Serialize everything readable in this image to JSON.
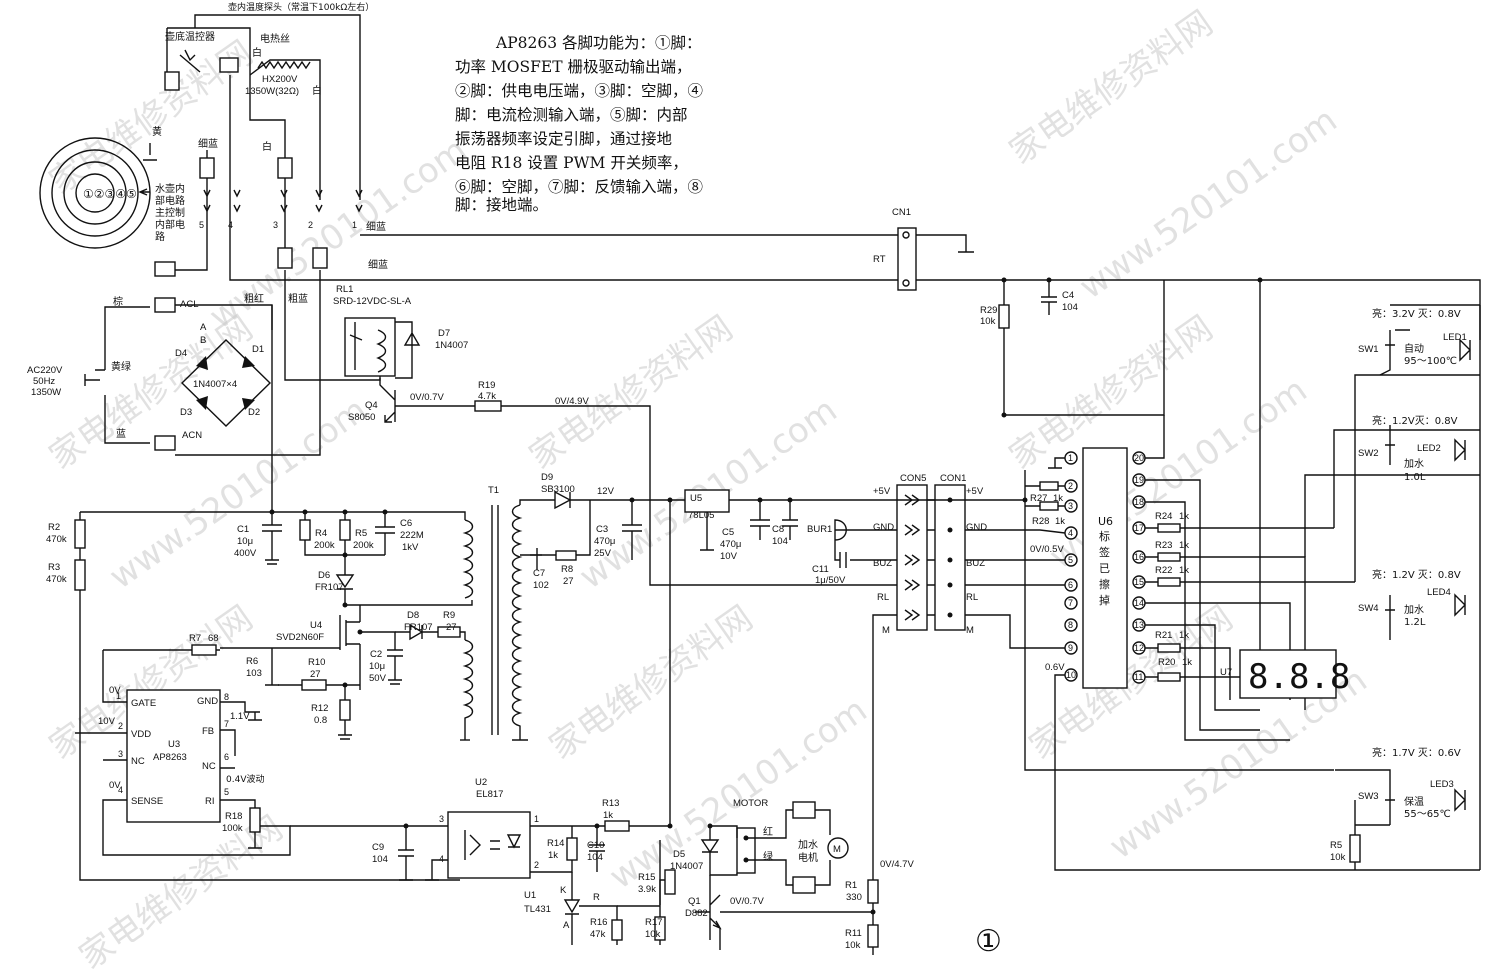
{
  "note": {
    "lines": [
      "AP8263 各脚功能为：①脚：",
      "功率 MOSFET 栅极驱动输出端，",
      "②脚：供电电压端，③脚：空脚，④",
      "脚：电流检测输入端，⑤脚：内部",
      "振荡器频率设定引脚，通过接地",
      "电阻 R18 设置 PWM 开关频率，",
      "⑥脚：空脚，⑦脚：反馈输入端，⑧",
      "脚：接地端。"
    ]
  },
  "figure_number": "①",
  "watermarks": [
    "家电维修资料网",
    "www.520101.com"
  ],
  "top_section": {
    "probe": "壶内温度探头（常温下100kΩ左右）",
    "base_thermostat": "壶底温控器",
    "heater": "电热丝",
    "heater_model": "HX200V",
    "heater_rating": "1350W(32Ω)",
    "white": "白",
    "yellow": "黄",
    "thin_blue": "细蓝",
    "coarse_red": "粗红",
    "coarse_blue": "粗蓝",
    "brown": "棕",
    "yellow_green": "黄绿",
    "blue": "蓝",
    "kettle_label": [
      "水壶内",
      "部电路",
      "主控制",
      "内部电",
      "路"
    ],
    "ring_numbers": "①②③④⑤",
    "wire_numbers": [
      "5",
      "4",
      "3",
      "2",
      "1"
    ],
    "acl": "ACL",
    "acn": "ACN",
    "ac_input": [
      "AC220V",
      "50Hz",
      "1350W"
    ]
  },
  "components": {
    "RL1": "RL1",
    "RL1_model": "SRD-12VDC-SL-A",
    "D7": "D7",
    "D7_val": "1N4007",
    "D1": "D1",
    "D2": "D2",
    "D3": "D3",
    "D4": "D4",
    "bridge": "1N4007×4",
    "A": "A",
    "B": "B",
    "Q4": "Q4",
    "Q4_val": "S8050",
    "Q4_volt": "0V/0.7V",
    "R19": "R19",
    "R19_val": "4.7k",
    "R19_volt": "0V/4.9V",
    "CN1": "CN1",
    "RT": "RT",
    "R29": "R29",
    "R29_val": "10k",
    "C4": "C4",
    "C4_val": "104",
    "T1": "T1",
    "D9": "D9",
    "D9_val": "SB3100",
    "v12": "12V",
    "C3": "C3",
    "C3_val": "470μ",
    "C3_v": "25V",
    "C7": "C7",
    "C7_val": "102",
    "R8": "R8",
    "R8_val": "27",
    "U5": "U5",
    "U5_val": "78L05",
    "C5": "C5",
    "C5_val": "470μ",
    "C5_v": "10V",
    "C8": "C8",
    "C8_val": "104",
    "BUR1": "BUR1",
    "C11": "C11",
    "C11_val": "1μ/50V",
    "CON5": "CON5",
    "CON1": "CON1",
    "p5v": "+5V",
    "gnd": "GND",
    "buz": "BUZ",
    "rl": "RL",
    "m": "M",
    "R2": "R2",
    "R2_val": "470k",
    "R3": "R3",
    "R3_val": "470k",
    "C1": "C1",
    "C1_val": "10μ",
    "C1_v": "400V",
    "R4": "R4",
    "R4_val": "200k",
    "R5": "R5",
    "R5_val": "200k",
    "C6": "C6",
    "C6_val": "222M",
    "C6_v": "1kV",
    "D6": "D6",
    "D6_val": "FR107",
    "U4": "U4",
    "U4_val": "SVD2N60F",
    "D8": "D8",
    "D8_val": "FR107",
    "R9": "R9",
    "R9_val": "27",
    "C2": "C2",
    "C2_val": "10μ",
    "C2_v": "50V",
    "R7": "R7",
    "R7_val": "68",
    "R6": "R6",
    "R6_val": "103",
    "R10": "R10",
    "R10_val": "27",
    "R12": "R12",
    "R12_val": "0.8",
    "U3": "U3",
    "U3_val": "AP8263",
    "pins_left": [
      "GATE",
      "VDD",
      "NC",
      "SENSE"
    ],
    "pins_right": [
      "GND",
      "FB",
      "NC",
      "RI"
    ],
    "v0": "0V",
    "v10": "10V",
    "v11": "1.1V",
    "v04": "0.4V波动",
    "R18": "R18",
    "R18_val": "100k",
    "U2": "U2",
    "U2_val": "EL817",
    "C9": "C9",
    "C9_val": "104",
    "R13": "R13",
    "R13_val": "1k",
    "R14": "R14",
    "R14_val": "1k",
    "C10": "C10",
    "C10_val": "104",
    "U1": "U1",
    "U1_val": "TL431",
    "R15": "R15",
    "R15_val": "3.9k",
    "R16": "R16",
    "R16_val": "47k",
    "R17": "R17",
    "R17_val": "10k",
    "D5": "D5",
    "D5_val": "1N4007",
    "MOTOR": "MOTOR",
    "motor_red": "红",
    "motor_green": "绿",
    "motor_name": [
      "加水",
      "电机"
    ],
    "Q1": "Q1",
    "Q1_val": "D882",
    "Q1_volt": "0V/0.7V",
    "R1": "R1",
    "R1_val": "330",
    "R1_volt": "0V/4.7V",
    "R11": "R11",
    "R11_val": "10k",
    "U6": "U6",
    "U6_note": [
      "标",
      "签",
      "已",
      "擦",
      "掉"
    ],
    "R27": "R27",
    "R27_val": "1k",
    "R28": "R28",
    "R28_val": "1k",
    "R24": "R24",
    "R24_val": "1k",
    "R23": "R23",
    "R23_val": "1k",
    "R22": "R22",
    "R22_val": "1k",
    "R21": "R21",
    "R21_val": "1k",
    "R20": "R20",
    "R20_val": "1k",
    "v05": "0V/0.5V",
    "v06": "0.6V",
    "U7": "U7",
    "R5b": "R5",
    "R5b_val": "10k",
    "K": "K",
    "A2": "A",
    "R": "R"
  },
  "switches": [
    {
      "sw": "SW1",
      "led": "LED1",
      "name": "自动",
      "range": "95～100℃",
      "volts": "亮：3.2V 灭：0.8V"
    },
    {
      "sw": "SW2",
      "led": "LED2",
      "name": "加水",
      "range": "1.0L",
      "volts": "亮：1.2V灭：0.8V"
    },
    {
      "sw": "SW4",
      "led": "LED4",
      "name": "加水",
      "range": "1.2L",
      "volts": "亮：1.2V 灭：0.8V"
    },
    {
      "sw": "SW3",
      "led": "LED3",
      "name": "保温",
      "range": "55～65℃",
      "volts": "亮：1.7V 灭：0.6V"
    }
  ]
}
